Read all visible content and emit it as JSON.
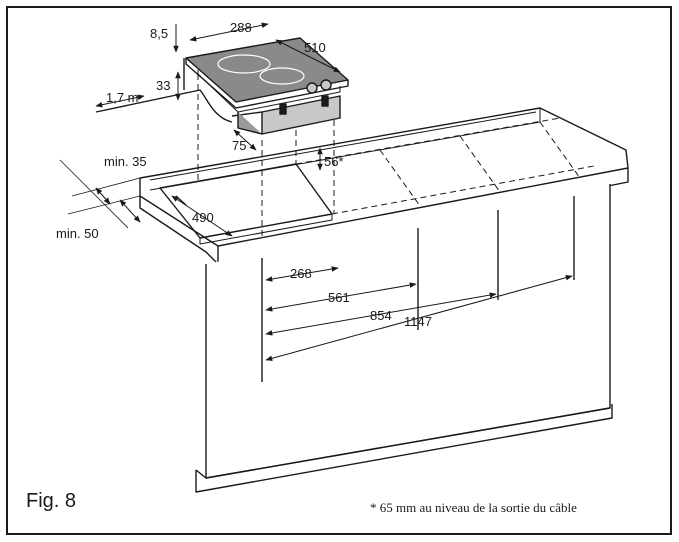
{
  "figure": {
    "label": "Fig. 8",
    "footnote": "* 65 mm au niveau de la sortie du câble"
  },
  "colors": {
    "ink": "#1a1a1a",
    "hob_glass": "#8a8a8a",
    "hob_body": "#c8c8c8",
    "hob_body_dark": "#9a9a9a"
  },
  "dimensions": {
    "hob_width": "288",
    "hob_depth": "510",
    "glass_thickness": "8,5",
    "cable_length": "1,7 m",
    "cable_height": "33",
    "cutout_offset": "75",
    "cutout_depth_below": "56*",
    "min_front": "min. 35",
    "min_back": "min. 50",
    "cutout_depth": "490",
    "cutout_268": "268",
    "cutout_561": "561",
    "cutout_854": "854",
    "cutout_1147": "1147"
  }
}
